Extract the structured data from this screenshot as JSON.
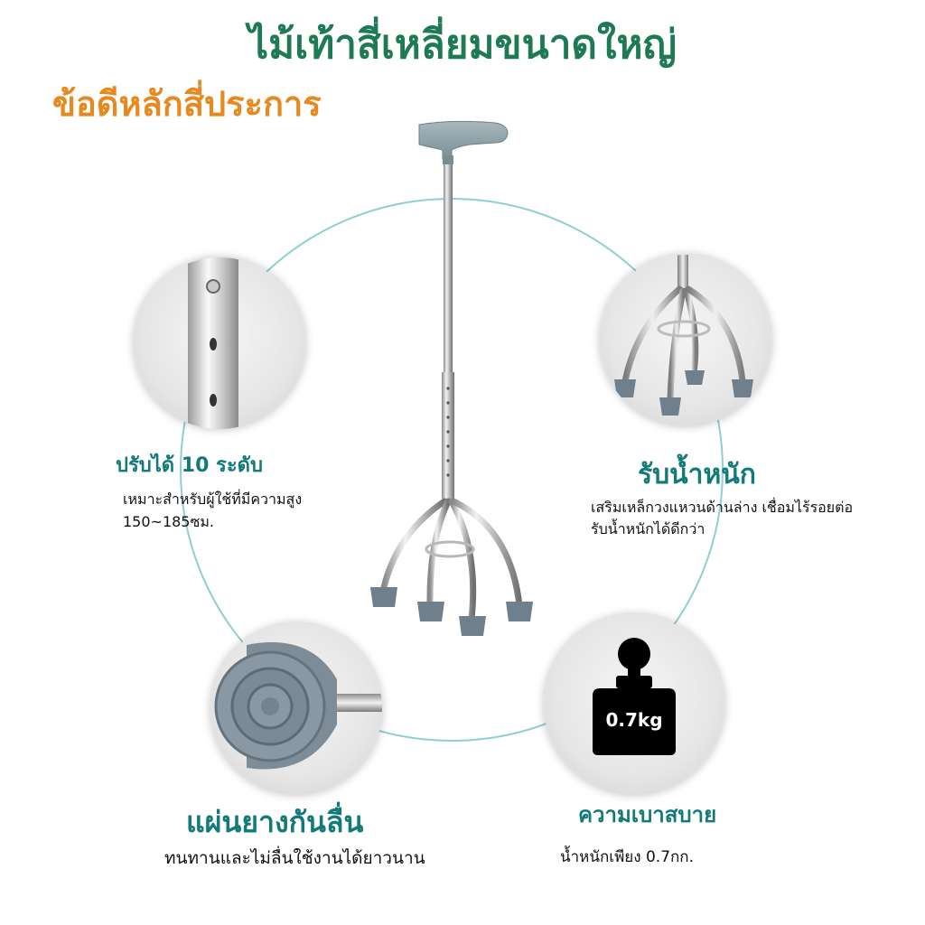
{
  "header": {
    "title": "ไม้เท้าสี่เหลี่ยมขนาดใหญ่",
    "subtitle": "ข้อดีหลักสี่ประการ"
  },
  "features": {
    "adjustable": {
      "title": "ปรับได้ 10 ระดับ",
      "desc_line1": "เหมาะสำหรับผู้ใช้ที่มีความสูง",
      "desc_line2": "150~185ซม."
    },
    "load": {
      "title": "รับน้ำหนัก",
      "desc_line1": "เสริมเหล็กวงแหวนด้านล่าง เชื่อมไร้รอยต่อ",
      "desc_line2": "รับน้ำหนักได้ดีกว่า"
    },
    "rubber": {
      "title": "แผ่นยางกันลื่น",
      "desc": "ทนทานและไม่ลื่นใช้งานได้ยาวนาน"
    },
    "light": {
      "title": "ความเบาสบาย",
      "desc": "น้ำหนักเพียง 0.7กก.",
      "weight_label": "0.7kg"
    }
  },
  "colors": {
    "title": "#1d7a55",
    "subtitle": "#e6891e",
    "feature_title": "#127a78",
    "ring": "#8fcfd0"
  }
}
